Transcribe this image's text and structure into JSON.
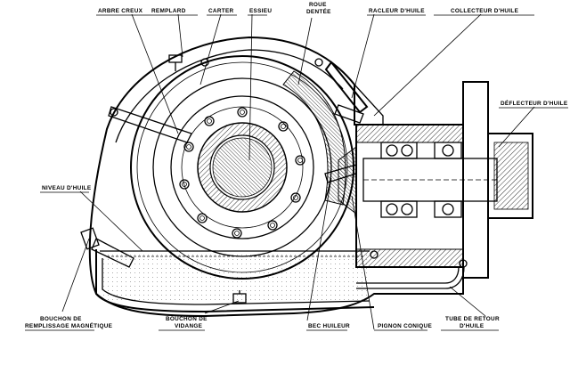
{
  "labels": {
    "arbre_creux": "ARBRE CREUX",
    "remplard": "REMPLARD",
    "carter": "CARTER",
    "essieu": "ESSIEU",
    "roue_l1": "ROUE",
    "roue_l2": "DENTÉE",
    "racleur": "RACLEUR D'HUILE",
    "collecteur": "COLLECTEUR D'HUILE",
    "deflecteur": "DÉFLECTEUR D'HUILE",
    "niveau": "NIVEAU D'HUILE",
    "bouchon_remp_l1": "BOUCHON DE",
    "bouchon_remp_l2": "REMPLISSAGE MAGNÉTIQUE",
    "bouchon_vid_l1": "BOUCHON DE",
    "bouchon_vid_l2": "VIDANGE",
    "bec": "BEC HUILEUR",
    "pignon": "PIGNON CONIQUE",
    "tube_l1": "TUBE DE RETOUR",
    "tube_l2": "D'HUILE"
  }
}
